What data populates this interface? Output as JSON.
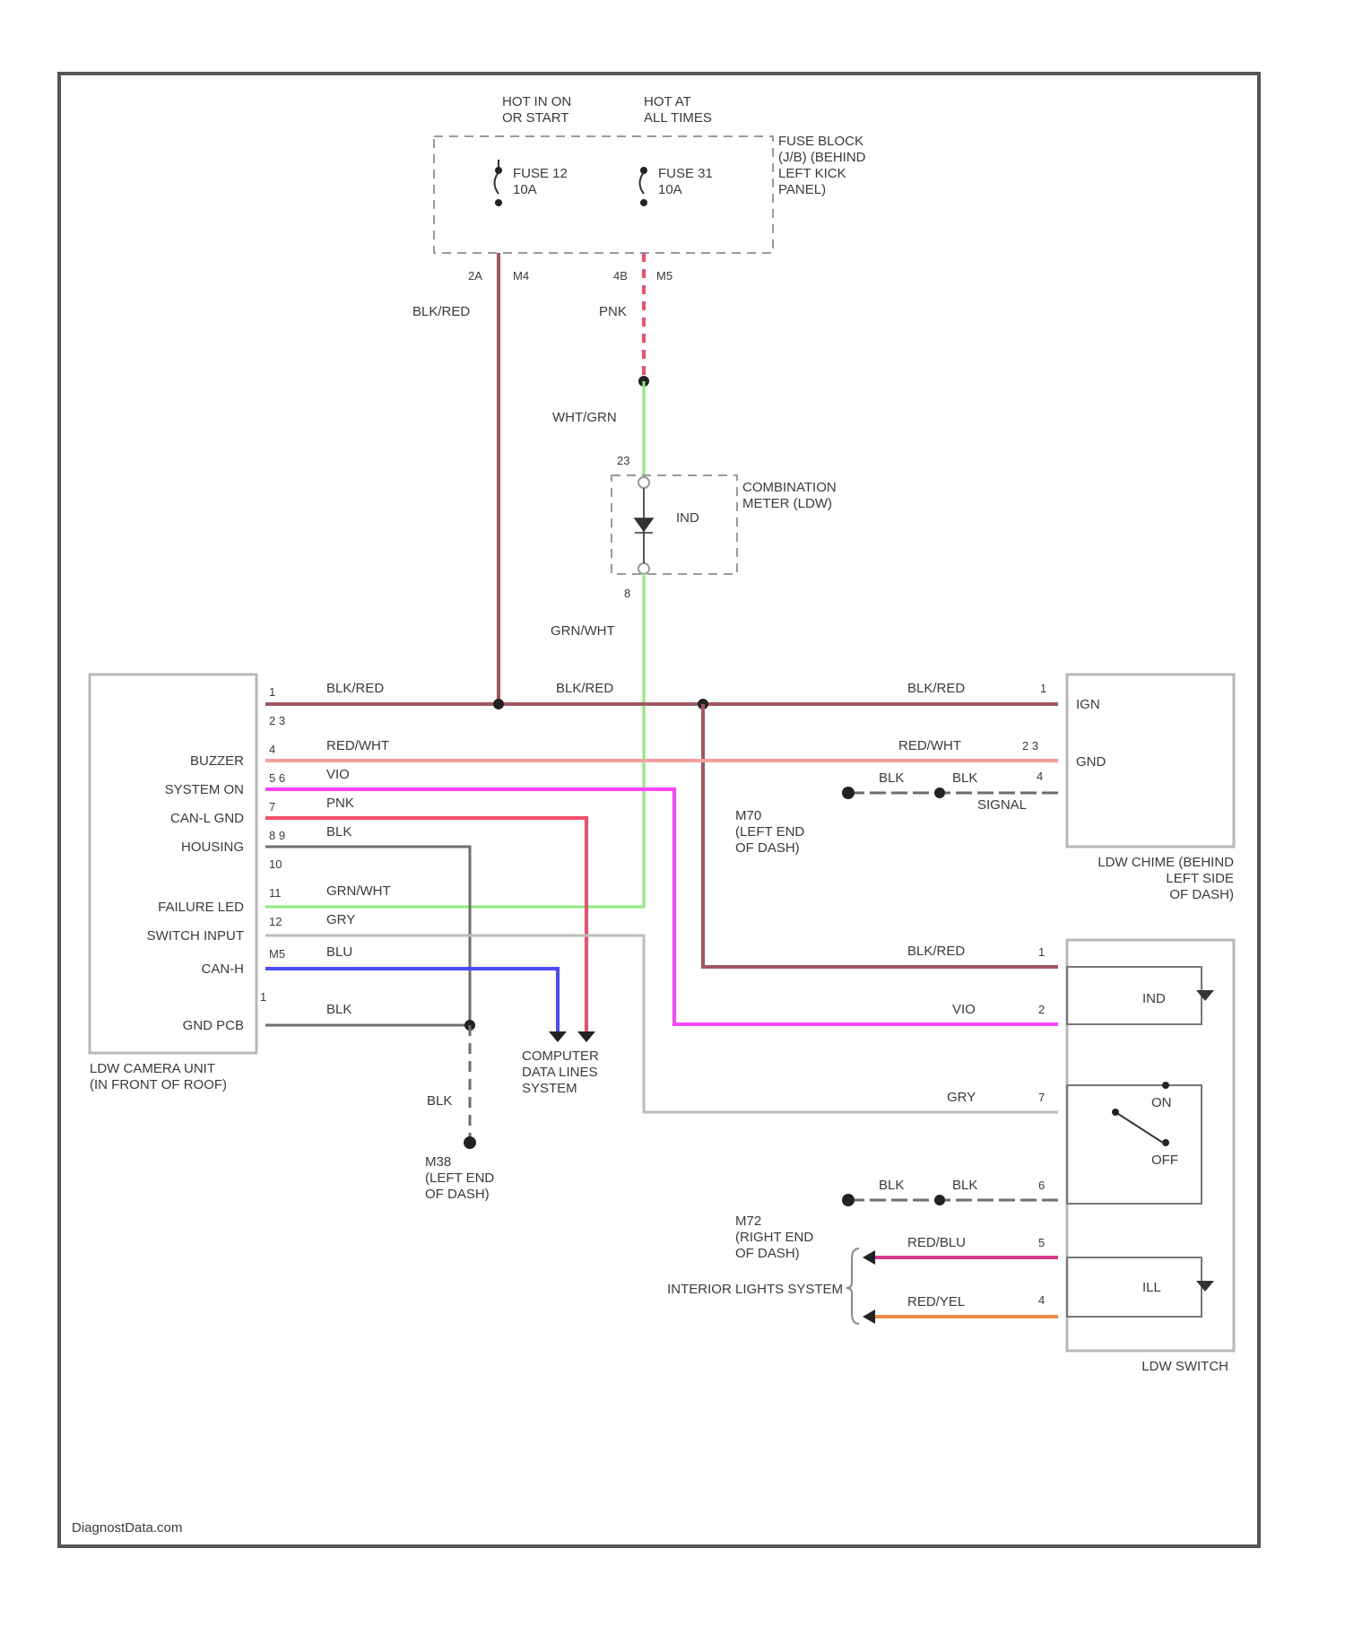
{
  "colors": {
    "wire_blk_red": "#a0585e",
    "wire_red_wht": "#f4a0a0",
    "wire_vio": "#ff44ff",
    "wire_pnk": "#f0506a",
    "wire_blk": "#6e6e6e",
    "wire_grn_wht": "#88ee77",
    "wire_gry": "#bdbdbd",
    "wire_blu": "#4a4aff",
    "wire_red_blu": "#d83a8c",
    "wire_red_yel": "#f08a4a",
    "wire_wht_grn": "#88ee77",
    "frame": "#555555",
    "component_box": "#b8b8b8"
  },
  "power": {
    "hot_run": "HOT IN ON\nOR START",
    "hot_always": "HOT AT\nALL TIMES",
    "fuse_a": "FUSE 12\n10A",
    "fuse_b": "FUSE 31\n10A",
    "fuse_block": "FUSE BLOCK\n(J/B) (BEHIND\nLEFT KICK\nPANEL)",
    "pin_2a": "2A",
    "pin_m4": "M4",
    "pin_4b": "4B",
    "pin_m5": "M5"
  },
  "wires": {
    "blk_red": "BLK/RED",
    "pnk": "PNK",
    "wht_grn": "WHT/GRN",
    "grn_wht": "GRN/WHT",
    "red_wht": "RED/WHT",
    "vio": "VIO",
    "blk": "BLK",
    "gry": "GRY",
    "blu": "BLU",
    "red_blu": "RED/BLU",
    "red_yel": "RED/YEL"
  },
  "meter": {
    "label": "COMBINATION\nMETER (LDW)",
    "ind": "IND",
    "pin_top": "23",
    "pin_bottom": "8"
  },
  "camera_unit": {
    "label": "LDW CAMERA UNIT\n(IN FRONT OF ROOF)",
    "pins": [
      "1",
      "2 3",
      "4",
      "5 6",
      "7",
      "8 9",
      "10",
      "11",
      "12",
      "M5",
      "1"
    ],
    "rows": [
      "BUZZER",
      "SYSTEM ON",
      "CAN-L GND",
      "HOUSING",
      "FAILURE LED",
      "SWITCH INPUT",
      "CAN-H",
      "GND PCB"
    ]
  },
  "chime": {
    "label": "LDW CHIME (BEHIND\nLEFT SIDE\nOF DASH)",
    "ign": "IGN",
    "gnd": "GND",
    "signal": "SIGNAL",
    "pin_1": "1",
    "pin_23": "2 3",
    "pin_4": "4"
  },
  "grounds": {
    "m70": "M70\n(LEFT END\nOF DASH)",
    "m38": "M38\n(LEFT END\nOF DASH)",
    "m72": "M72\n(RIGHT END\nOF DASH)"
  },
  "computer_data": "COMPUTER\nDATA LINES\nSYSTEM",
  "ldw_switch": {
    "label": "LDW SWITCH",
    "ind": "IND",
    "ill": "ILL",
    "on": "ON",
    "off": "OFF",
    "pin_1": "1",
    "pin_2": "2",
    "pin_7": "7",
    "pin_6": "6",
    "pin_5": "5",
    "pin_4": "4"
  },
  "interior_lights": "INTERIOR LIGHTS SYSTEM",
  "watermark": "DiagnostData.com"
}
